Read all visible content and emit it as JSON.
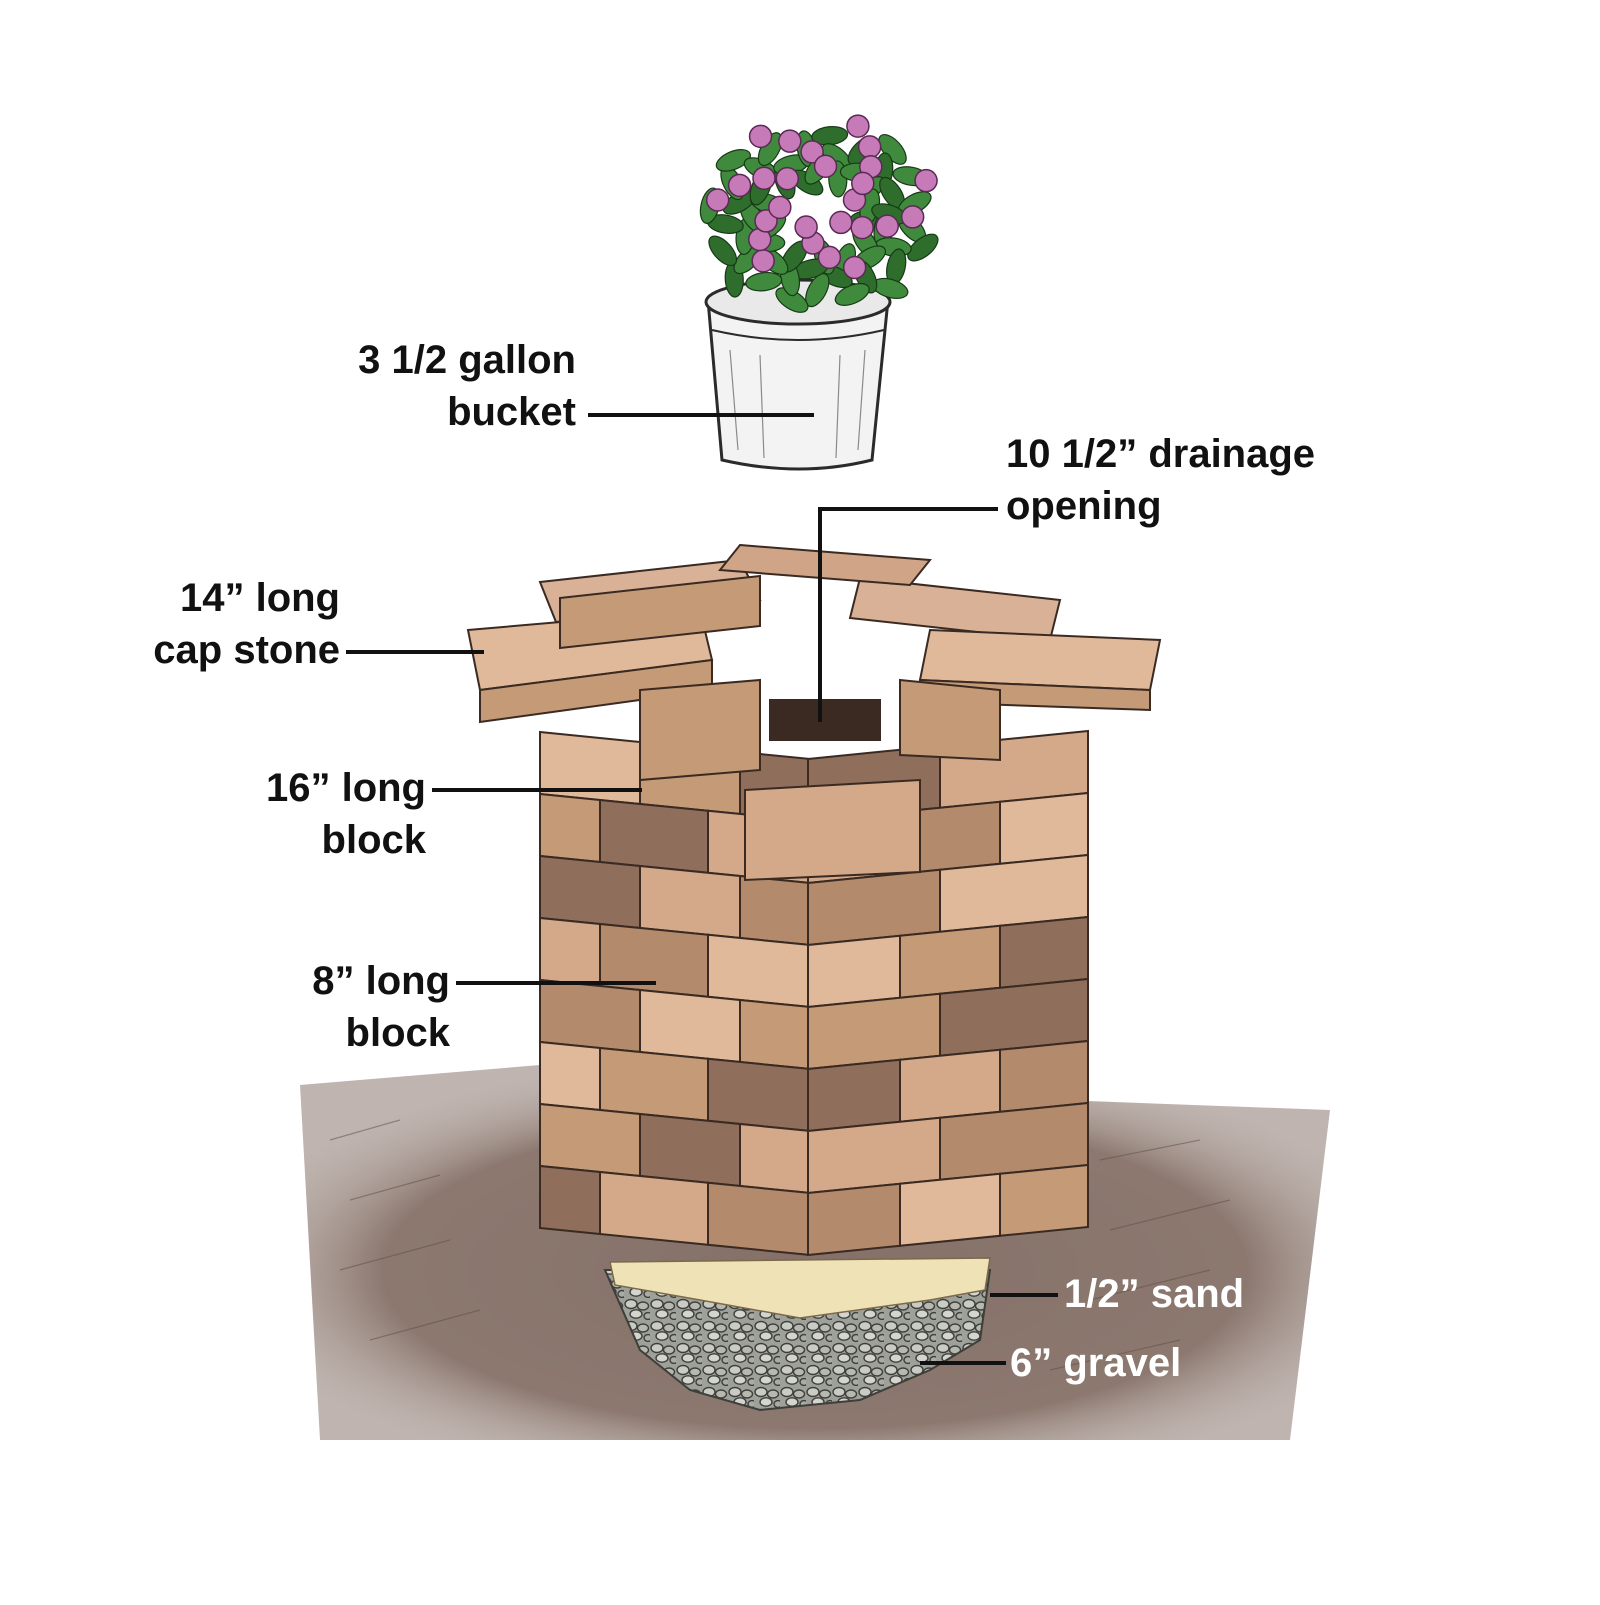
{
  "colors": {
    "soil": "#8a766d",
    "soil_dark": "#6f5b52",
    "brick_light": "#e0b99a",
    "brick_mid": "#c49a77",
    "brick_dark": "#8f6e5c",
    "brick_outline": "#3a2a22",
    "gravel": "#a9aca6",
    "sand": "#efe2b6",
    "bucket": "#f3f3f3",
    "leaf": "#3f8a3c",
    "flower": "#c77ab8",
    "leader": "#111111"
  },
  "labels": {
    "bucket": {
      "line1": "3 1/2 gallon",
      "line2": "bucket"
    },
    "drainage": {
      "line1": "10 1/2” drainage",
      "line2": "opening"
    },
    "cap_stone": {
      "line1": "14” long",
      "line2": "cap stone"
    },
    "block16": {
      "line1": "16” long",
      "line2": "block"
    },
    "block8": {
      "line1": "8” long",
      "line2": "block"
    },
    "sand": {
      "line1": "1/2” sand"
    },
    "gravel": {
      "line1": "6” gravel"
    }
  }
}
